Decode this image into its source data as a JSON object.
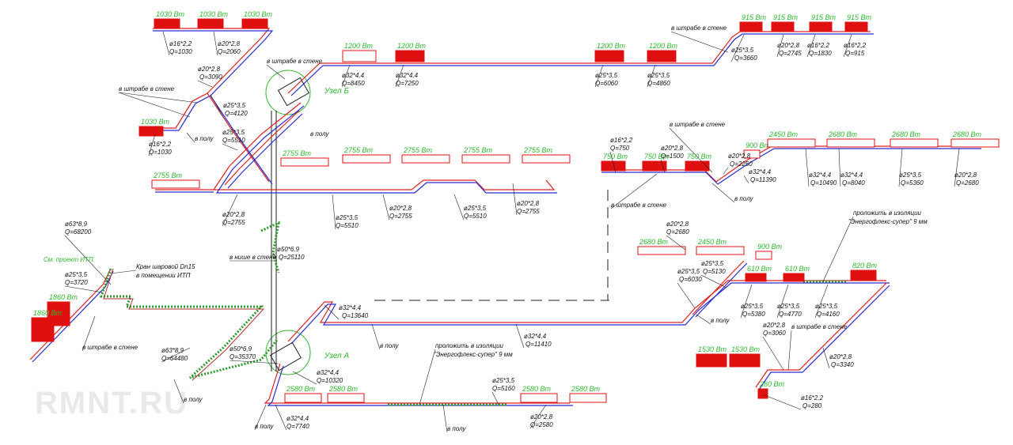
{
  "watermark": "RMNT.RU",
  "nodes": {
    "uzel_a": "Узел А",
    "uzel_b": "Узел Б"
  },
  "annotations": {
    "itp": "См. проект ИТП",
    "kran1": "Кран шаровой Dn15",
    "kran2": "в помещении ИТП",
    "insul_1a": "проложить в изоляции",
    "insul_1b": "\"Энергофлекс-супер\" 9 мм",
    "insul_2a": "проложить в изоляции",
    "insul_2b": "\"Энергофлекс-супер\" 9 мм"
  },
  "radiators": {
    "r1": "1030 Вт",
    "r2": "1030 Вт",
    "r3": "1030 Вт",
    "r4": "1030 Вт",
    "r5": "1200 Вт",
    "r6": "1200 Вт",
    "r7": "1200 Вт",
    "r8": "1200 Вт",
    "r9": "915 Вт",
    "r10": "915 Вт",
    "r11": "915 Вт",
    "r12": "915 Вт",
    "r13": "2755 Вт",
    "r14": "2755 Вт",
    "r15": "2755 Вт",
    "r16": "2755 Вт",
    "r17": "2755 Вт",
    "r18": "2755 Вт",
    "r19": "750 Вт",
    "r20": "750 Вт",
    "r21": "750 Вт",
    "r22": "900 Вт",
    "r23": "2450 Вт",
    "r24": "2680 Вт",
    "r25": "2680 Вт",
    "r26": "2680 Вт",
    "r27": "2680 Вт",
    "r28": "2450 Вт",
    "r29": "900 Вт",
    "r30": "610 Вт",
    "r31": "610 Вт",
    "r32": "820 Вт",
    "r33": "1530 Вт",
    "r34": "1530 Вт",
    "r35": "280 Вт",
    "r36": "1860 Вт",
    "r37": "1860 Вт",
    "r38": "2580 Вт",
    "r39": "2580 Вт",
    "r40": "2580 Вт",
    "r41": "2580 Вт"
  },
  "labels": {
    "a1": "ø16*2,2",
    "a1q": "Q=1030",
    "a2": "ø20*2,8",
    "a2q": "Q=2060",
    "a3": "ø20*2,8",
    "a3q": "Q=3090",
    "a4": "ø25*3,5",
    "a4q": "Q=4120",
    "a5": "ø16*2,2",
    "a5q": "Q=1030",
    "a6": "ø25*3,5",
    "a6q": "Q=5510",
    "a7": "в штрабе в стене",
    "a8": "в полу",
    "a9": "в штрабе в стене",
    "b1": "ø32*4,4",
    "b1q": "Q=8450",
    "b2": "ø32*4,4",
    "b2q": "Q=7250",
    "b3": "ø25*3,5",
    "b3q": "Q=6060",
    "b4": "ø25*3,5",
    "b4q": "Q=4860",
    "b5": "в штрабе в стене",
    "c1": "ø25*3,5",
    "c1q": "Q=3660",
    "c2": "ø20*2,8",
    "c2q": "Q=2745",
    "c3": "ø16*2,2",
    "c3q": "Q=1830",
    "c4": "ø16*2,2",
    "c4q": "Q=915",
    "d1": "ø20*2,8",
    "d1q": "Q=2755",
    "d2": "ø25*3,5",
    "d2q": "Q=5510",
    "d3": "ø20*2,8",
    "d3q": "Q=2755",
    "d4": "ø25*3,5",
    "d4q": "Q=5510",
    "d5": "ø20*2,8",
    "d5q": "Q=2755",
    "d6": "в полу",
    "e1": "ø16*2,2",
    "e1q": "Q=750",
    "e2": "ø20*2,8",
    "e2q": "Q=1500",
    "e3": "ø20*2,8",
    "e3q": "Q=2250",
    "e4": "ø32*4,4",
    "e4q": "Q=11390",
    "e5": "в штрабе в стене",
    "e6": "в штрабе в стене",
    "e7": "в полу",
    "f1": "ø32*4,4",
    "f1q": "Q=10490",
    "f2": "ø32*4,4",
    "f2q": "Q=8040",
    "f3": "ø25*3,5",
    "f3q": "Q=5360",
    "f4": "ø20*2,8",
    "f4q": "Q=2680",
    "g1": "ø63*8,9",
    "g1q": "Q=68200",
    "g2": "ø25*3,5",
    "g2q": "Q=3720",
    "g3": "ø63*8,9",
    "g3q": "Q=64480",
    "g4": "ø50*6,9",
    "g4q": "Q=35370",
    "g5": "ø50*6,9",
    "g5q": "Q=25110",
    "g6": "в нише в стене",
    "g7": "в штрабе в стене",
    "g8": "в полу",
    "h1": "ø32*4,4",
    "h1q": "Q=13640",
    "h2": "ø32*4,4",
    "h2q": "Q=11410",
    "h3": "ø32*4,4",
    "h3q": "Q=10320",
    "h4": "ø32*4,4",
    "h4q": "Q=7740",
    "h5": "ø25*3,5",
    "h5q": "Q=5160",
    "h6": "ø20*2,8",
    "h6q": "Q=2580",
    "h7": "в полу",
    "h8": "в полу",
    "h9": "в полу",
    "i1": "ø20*2,8",
    "i1q": "Q=2680",
    "i2": "ø25*3,5",
    "i2q": "Q=5130",
    "i3": "ø25*3,5",
    "i3q": "Q=6030",
    "i4": "ø25*3,5",
    "i4q": "Q=5380",
    "i5": "ø25*3,5",
    "i5q": "Q=4770",
    "i6": "ø25*3,5",
    "i6q": "Q=4160",
    "i7": "в полу",
    "j1": "ø20*2,8",
    "j1q": "Q=3060",
    "j2": "ø20*2,8",
    "j2q": "Q=3340",
    "j3": "ø16*2,2",
    "j3q": "Q=280",
    "j4": "в штрабе в стене"
  },
  "colors": {
    "supply": "#e02020",
    "return": "#2a2ad0",
    "radiator": "#e01010",
    "label_green": "#2db82d",
    "insulation": "#2a9a2a"
  }
}
